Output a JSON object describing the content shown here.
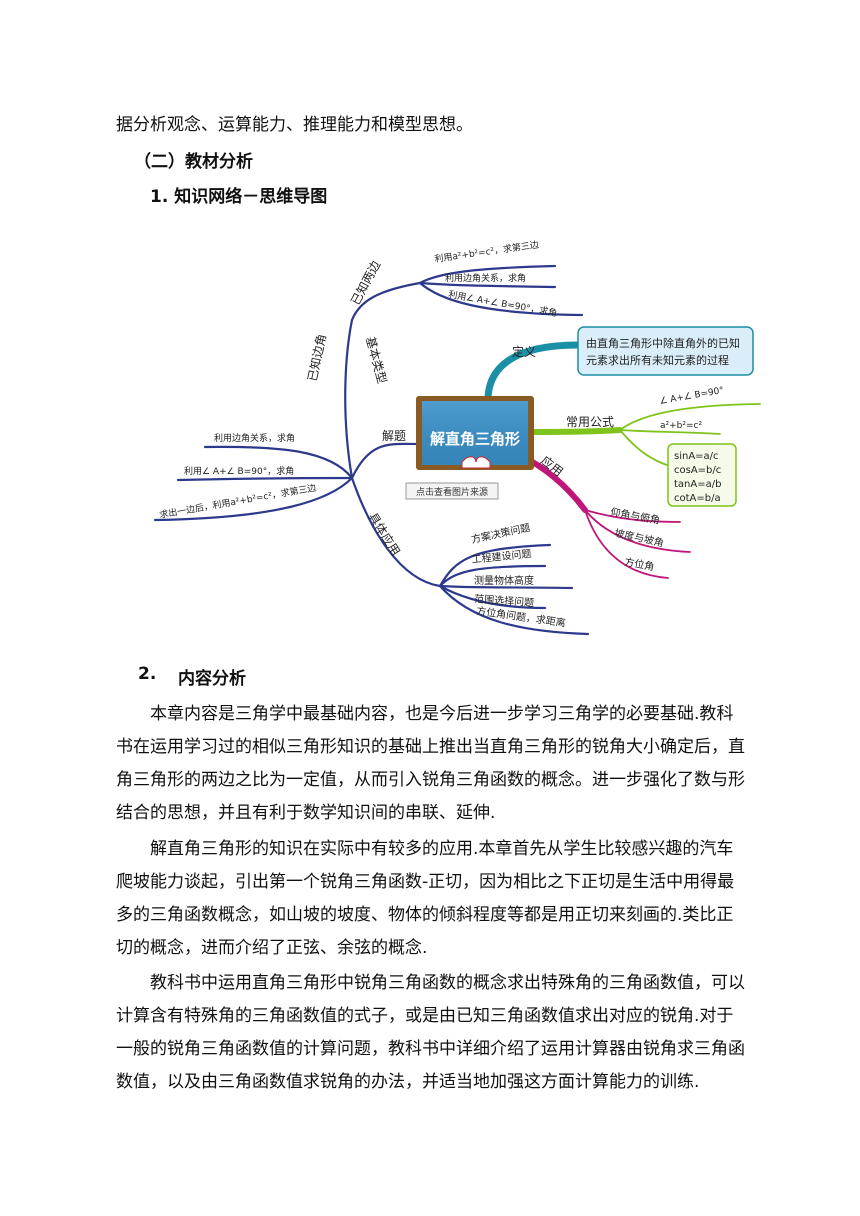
{
  "intro_line": "据分析观念、运算能力、推理能力和模型思想。",
  "section_heading": "（二）教材分析",
  "subsection_1": "1. 知识网络－思维导图",
  "mindmap": {
    "center": "解直角三角形",
    "caption": "点击查看图片来源",
    "branch_definition": "定义",
    "definition_text_1": "由直角三角形中除直角外的已知",
    "definition_text_2": "元素求出所有未知元素的过程",
    "branch_formulas": "常用公式",
    "formula_angle": "∠ A+∠ B=90°",
    "formula_pythag": "a²+b²=c²",
    "formula_sin": "sinA=a/c",
    "formula_cos": "cosA=b/c",
    "formula_tan": "tanA=a/b",
    "formula_cot": "cotA=b/a",
    "branch_application": "应用",
    "app_1": "仰角与俯角",
    "app_2": "坡度与坡角",
    "app_3": "方位角",
    "branch_solve": "解题",
    "branch_basic": "基本类型",
    "branch_two_sides": "已知两边",
    "two_1": "利用a²+b²=c²，求第三边",
    "two_2": "利用边角关系，求角",
    "two_3": "利用∠ A+∠ B=90°，求角",
    "branch_side_angle": "已知边角",
    "sa_1": "利用边角关系，求角",
    "sa_2": "利用∠ A+∠ B=90°，求角",
    "sa_3": "求出一边后，利用a²+b²=c²，求第三边",
    "branch_specific": "具体应用",
    "sp_1": "方案决策问题",
    "sp_2": "工程建设问题",
    "sp_3": "测量物体高度",
    "sp_4": "范围选择问题",
    "sp_5": "方位角问题，求距离",
    "colors": {
      "blue": "#2d3a8c",
      "teal": "#1b8fa6",
      "green": "#7fc31c",
      "magenta": "#c0167a",
      "board": "#8a5a24"
    }
  },
  "subsection_2_number": "2.",
  "subsection_2_title": "内容分析",
  "p1_l1": "本章内容是三角学中最基础内容，也是今后进一步学习三角学的必要基础.教科",
  "p1_l2": "书在运用学习过的相似三角形知识的基础上推出当直角三角形的锐角大小确定后，直",
  "p1_l3": "角三角形的两边之比为一定值，从而引入锐角三角函数的概念。进一步强化了数与形",
  "p1_l4": "结合的思想，并且有利于数学知识间的串联、延伸.",
  "p2_l1": "解直角三角形的知识在实际中有较多的应用.本章首先从学生比较感兴趣的汽车",
  "p2_l2": "爬坡能力谈起，引出第一个锐角三角函数-正切，因为相比之下正切是生活中用得最",
  "p2_l3": "多的三角函数概念，如山坡的坡度、物体的倾斜程度等都是用正切来刻画的.类比正",
  "p2_l4": "切的概念，进而介绍了正弦、余弦的概念.",
  "p3_l1": "教科书中运用直角三角形中锐角三角函数的概念求出特殊角的三角函数值，可以",
  "p3_l2": "计算含有特殊角的三角函数值的式子，或是由已知三角函数值求出对应的锐角.对于",
  "p3_l3": "一般的锐角三角函数值的计算问题，教科书中详细介绍了运用计算器由锐角求三角函",
  "p3_l4": "数值，以及由三角函数值求锐角的办法，并适当地加强这方面计算能力的训练."
}
